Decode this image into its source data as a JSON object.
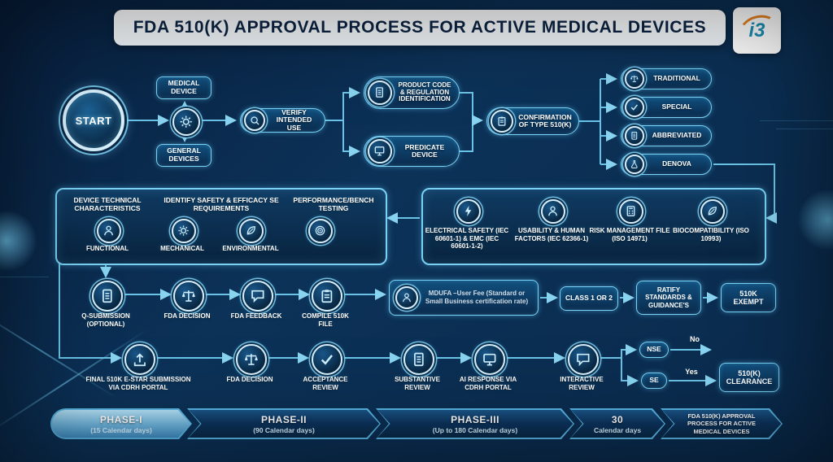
{
  "header": {
    "title": "FDA 510(K) APPROVAL PROCESS FOR ACTIVE MEDICAL DEVICES",
    "logo_text": "i3"
  },
  "top_flow": {
    "start": "START",
    "medical_device": "MEDICAL DEVICE",
    "general_devices": "GENERAL DEVICES",
    "verify_intended_use": "VERIFY INTENDED USE",
    "product_code": "PRODUCT CODE & REGULATION IDENTIFICATION",
    "predicate_device": "PREDICATE DEVICE",
    "confirmation": "CONFIRMATION OF TYPE 510(K)",
    "types": [
      "TRADITIONAL",
      "SPECIAL",
      "ABBREVIATED",
      "DENOVA"
    ]
  },
  "technical_panel": {
    "headers": [
      "DEVICE TECHNICAL CHARACTERISTICS",
      "IDENTIFY SAFETY & EFFICACY SE REQUIREMENTS",
      "PERFORMANCE/BENCH TESTING"
    ],
    "items": [
      "FUNCTIONAL",
      "MECHANICAL",
      "ENVIRONMENTAL"
    ]
  },
  "standards_panel": {
    "items": [
      "ELECTRICAL SAFETY (IEC 60601-1) & EMC (IEC 60601-1-2)",
      "USABILITY & HUMAN FACTORS (IEC 62366-1)",
      "RISK MANAGEMENT FILE (ISO 14971)",
      "BIOCOMPATIBILITY (ISO 10993)"
    ]
  },
  "presub_row": {
    "q_submission": "Q-SUBMISSION (OPTIONAL)",
    "fda_decision": "FDA DECISION",
    "fda_feedback": "FDA FEEDBACK",
    "compile_file": "COMPILE 510k FILE",
    "mdufa": "MDUFA –User Fee (Standard or Small Business certification rate)",
    "device_class": "CLASS 1 OR 2",
    "ratify": "RATIFY STANDARDS & GUIDANCE'S",
    "exempt": "510K EXEMPT"
  },
  "review_row": {
    "final_submission": "FINAL 510k E-STAR SUBMISSION VIA CDRH PORTAL",
    "fda_decision": "FDA DECISION",
    "acceptance_review": "ACCEPTANCE REVIEW",
    "substantive_review": "SUBSTANTIVE REVIEW",
    "ai_response": "AI RESPONSE VIA CDRH PORTAL",
    "interactive_review": "INTERACTIVE REVIEW",
    "nse": "NSE",
    "se": "SE",
    "no_label": "No",
    "yes_label": "Yes",
    "clearance": "510(K) CLEARANCE"
  },
  "timeline": [
    {
      "label": "PHASE-I",
      "sub": "(15 Calendar days)"
    },
    {
      "label": "PHASE-II",
      "sub": "(90 Calendar days)"
    },
    {
      "label": "PHASE-III",
      "sub": "(Up to 180 Calendar days)"
    },
    {
      "label": "30",
      "sub": "Calendar days"
    },
    {
      "label": "FDA 510(K) APPROVAL PROCESS FOR ACTIVE MEDICAL DEVICES",
      "sub": ""
    }
  ],
  "colors": {
    "background": "#0a2a4c",
    "accent": "#70cbee",
    "panel_border": "#79d2f5"
  }
}
